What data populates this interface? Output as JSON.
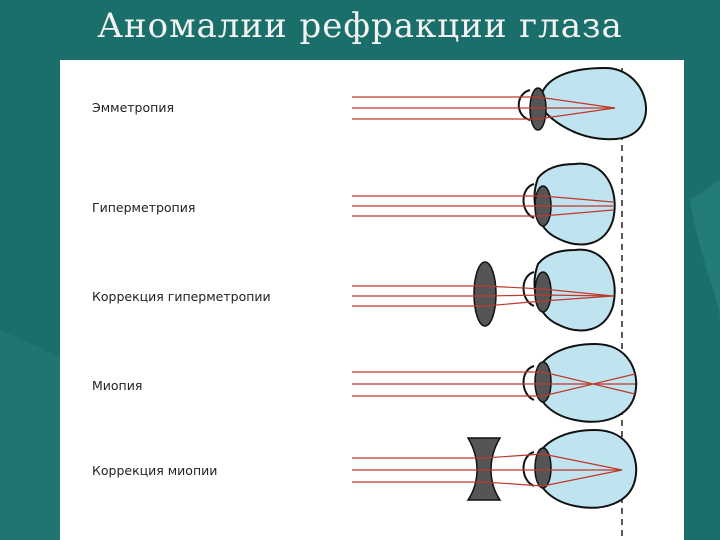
{
  "title": "Аномалии рефракции глаза",
  "rows": [
    {
      "label": "Эмметропия"
    },
    {
      "label": "Гиперметропия"
    },
    {
      "label": "Коррекция гиперметропии"
    },
    {
      "label": "Миопия"
    },
    {
      "label": "Коррекция миопии"
    }
  ],
  "colors": {
    "background": "#1b6f6a",
    "eye_fill": "#bfe3ef",
    "ray": "#c0392b",
    "lens": "#555555"
  }
}
